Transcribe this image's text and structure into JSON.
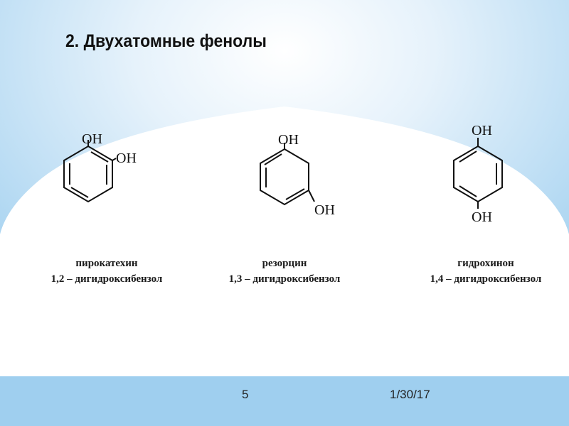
{
  "slide": {
    "title": "2. Двухатомные фенолы",
    "compounds": [
      {
        "name": "пирокатехин",
        "iupac": "1,2 – дигидроксибензол",
        "oh_labels": [
          "OH",
          "OH"
        ]
      },
      {
        "name": "резорцин",
        "iupac": "1,3 – дигидроксибензол",
        "oh_labels": [
          "OH",
          "OH"
        ]
      },
      {
        "name": "гидрохинон",
        "iupac": "1,4 – дигидроксибензол",
        "oh_labels": [
          "OH",
          "OH"
        ]
      }
    ],
    "footer": {
      "page_number": "5",
      "date": "1/30/17"
    }
  }
}
